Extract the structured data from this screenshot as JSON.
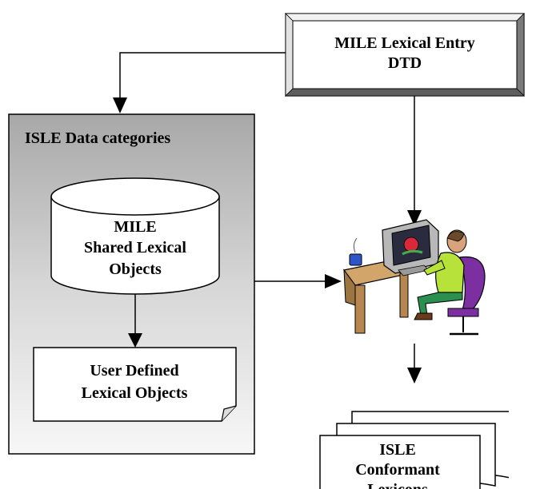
{
  "dtd_box": {
    "line1": "MILE Lexical Entry",
    "line2": "DTD"
  },
  "data_categories_panel": {
    "title": "ISLE Data categories"
  },
  "shared_objects_cylinder": {
    "line1": "MILE",
    "line2": "Shared Lexical",
    "line3": "Objects"
  },
  "user_defined_objects": {
    "line1": "User Defined",
    "line2": "Lexical Objects"
  },
  "conformant_lexicons": {
    "line1": "ISLE",
    "line2": "Conformant",
    "line3": "Lexicons"
  },
  "colors": {
    "panel_light": "#f4f4f4",
    "panel_dark": "#a8a8a8",
    "stroke": "#000000"
  },
  "icons": {
    "workstation": "user-at-computer-clipart"
  }
}
